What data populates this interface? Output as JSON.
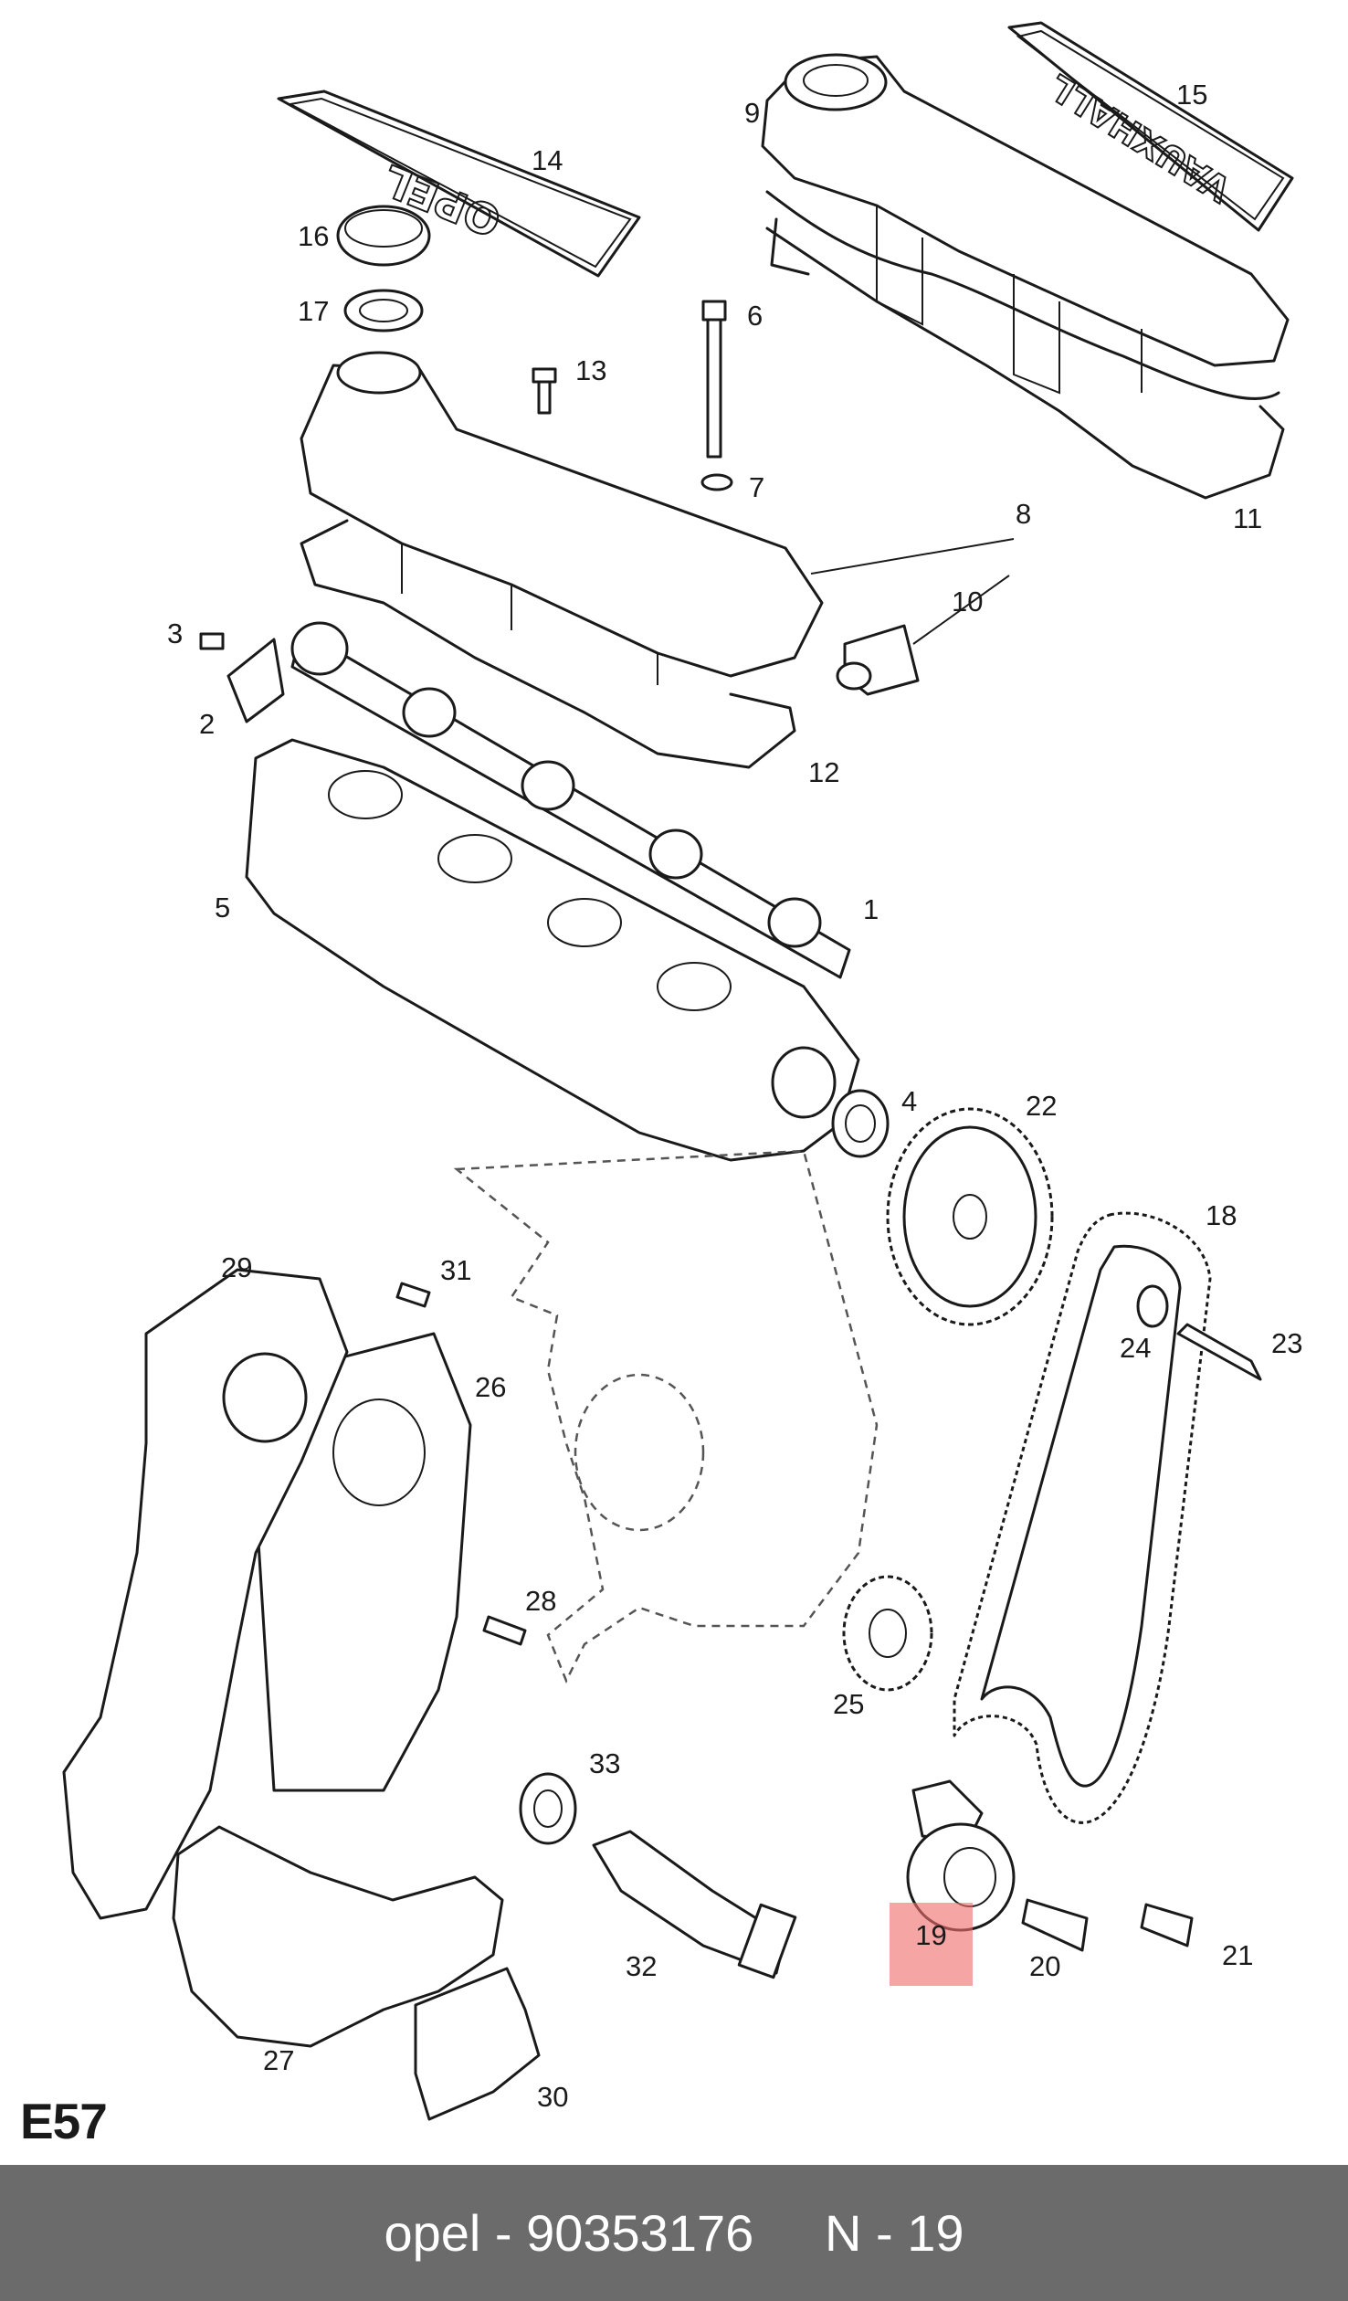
{
  "diagram_code": "E57",
  "plates": {
    "opel": "OPEL",
    "vauxhall": "VAUXHALL"
  },
  "footer": {
    "brand": "opel",
    "separator": "-",
    "part_number": "90353176",
    "position": "N - 19"
  },
  "highlight": {
    "label": "19",
    "color": "#f06e6e"
  },
  "callouts": {
    "c1": "1",
    "c2": "2",
    "c3": "3",
    "c4": "4",
    "c5": "5",
    "c6": "6",
    "c7": "7",
    "c8": "8",
    "c9": "9",
    "c10": "10",
    "c11": "11",
    "c12": "12",
    "c13": "13",
    "c14": "14",
    "c15": "15",
    "c16": "16",
    "c17": "17",
    "c18": "18",
    "c20": "20",
    "c21": "21",
    "c22": "22",
    "c23": "23",
    "c24": "24",
    "c25": "25",
    "c26": "26",
    "c27": "27",
    "c28": "28",
    "c29": "29",
    "c30": "30",
    "c31": "31",
    "c32": "32",
    "c33": "33"
  }
}
